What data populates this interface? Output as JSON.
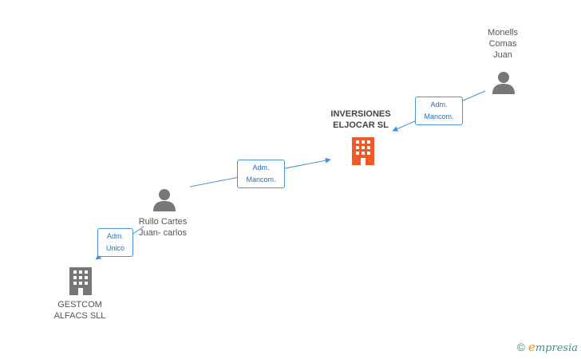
{
  "nodes": {
    "inversiones": {
      "name": "INVERSIONES\nELJOCAR SL",
      "color": "#f05a28",
      "type": "company"
    },
    "monells": {
      "name": "Monells\nComas\nJuan",
      "color": "#777777",
      "type": "person"
    },
    "rullo": {
      "name": "Rullo Cartes\nJuan- carlos",
      "color": "#777777",
      "type": "person"
    },
    "gestcom": {
      "name": "GESTCOM\nALFACS SLL",
      "color": "#777777",
      "type": "company"
    }
  },
  "edges": {
    "monells_to_inversiones": {
      "label": "Adm.\nMancom."
    },
    "rullo_to_inversiones": {
      "label": "Adm.\nMancom."
    },
    "rullo_to_gestcom": {
      "label": "Adm.\nUnico"
    }
  },
  "colors": {
    "edge": "#4a90d9"
  },
  "watermark": {
    "copyright": "©",
    "brand_first": "e",
    "brand_rest": "mpresia"
  }
}
